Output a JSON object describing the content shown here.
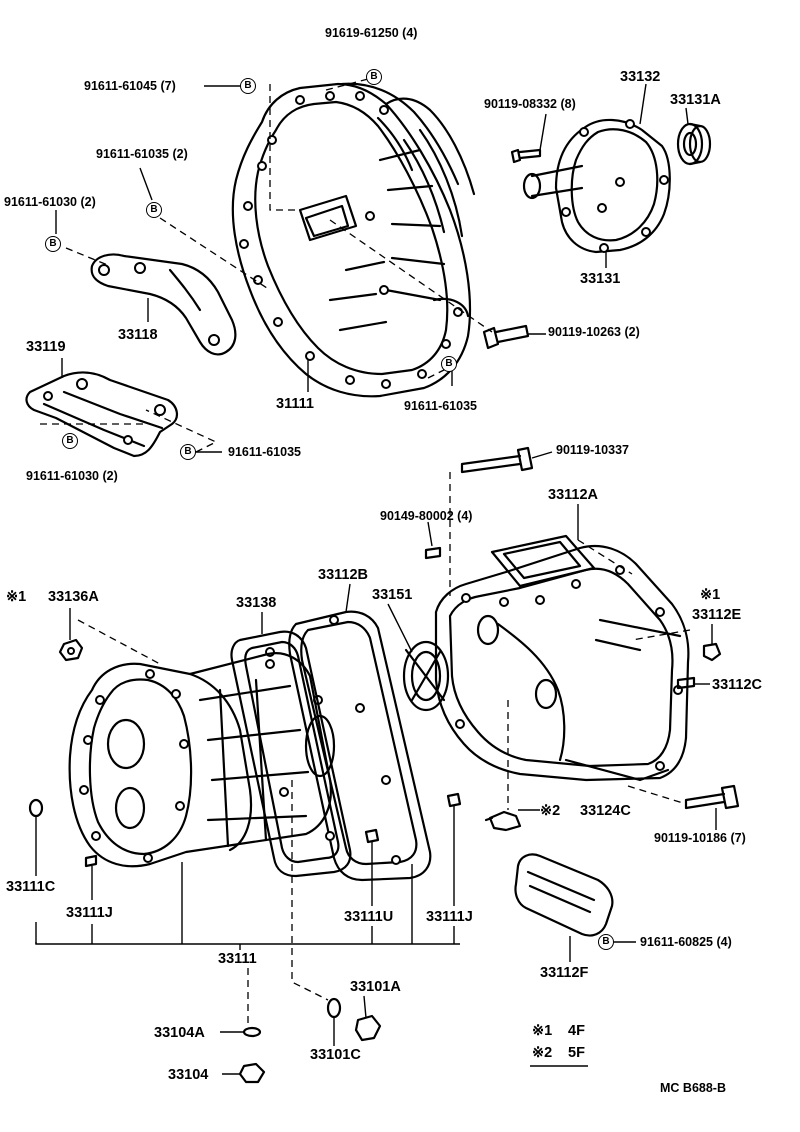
{
  "bolt_badge": "B",
  "callouts": {
    "c91619_61250": "91619-61250 (4)",
    "c91611_61045": "91611-61045 (7)",
    "c91611_61035_2": "91611-61035 (2)",
    "c91611_61030_2_top": "91611-61030 (2)",
    "c33118": "33118",
    "c33119": "33119",
    "c91611_61030_2_bot": "91611-61030 (2)",
    "c91611_61035_a": "91611-61035",
    "c91611_61035_b": "91611-61035",
    "c31111": "31111",
    "c33132": "33132",
    "c33131A": "33131A",
    "c90119_08332": "90119-08332 (8)",
    "c33131": "33131",
    "c90119_10263": "90119-10263 (2)",
    "c90119_10337": "90119-10337",
    "c33112A": "33112A",
    "c90149_80002": "90149-80002 (4)",
    "c33112B": "33112B",
    "c33151": "33151",
    "c33138": "33138",
    "c33136A": "33136A",
    "c33112E": "33112E",
    "c33112C": "33112C",
    "c33124C": "33124C",
    "c90119_10186": "90119-10186 (7)",
    "c33111C": "33111C",
    "c33111J_left": "33111J",
    "c33111U": "33111U",
    "c33111J_right": "33111J",
    "c33111": "33111",
    "c33112F": "33112F",
    "c91611_60825": "91611-60825 (4)",
    "c33101A": "33101A",
    "c33104A": "33104A",
    "c33101C": "33101C",
    "c33104": "33104"
  },
  "marks": {
    "m1_33136A": "※1",
    "m1_33112E": "※1",
    "m2_33124C": "※2"
  },
  "legend": {
    "mark1": "※1",
    "val1": "4F",
    "mark2": "※2",
    "val2": "5F"
  },
  "footer_code": "MC  B688-B"
}
